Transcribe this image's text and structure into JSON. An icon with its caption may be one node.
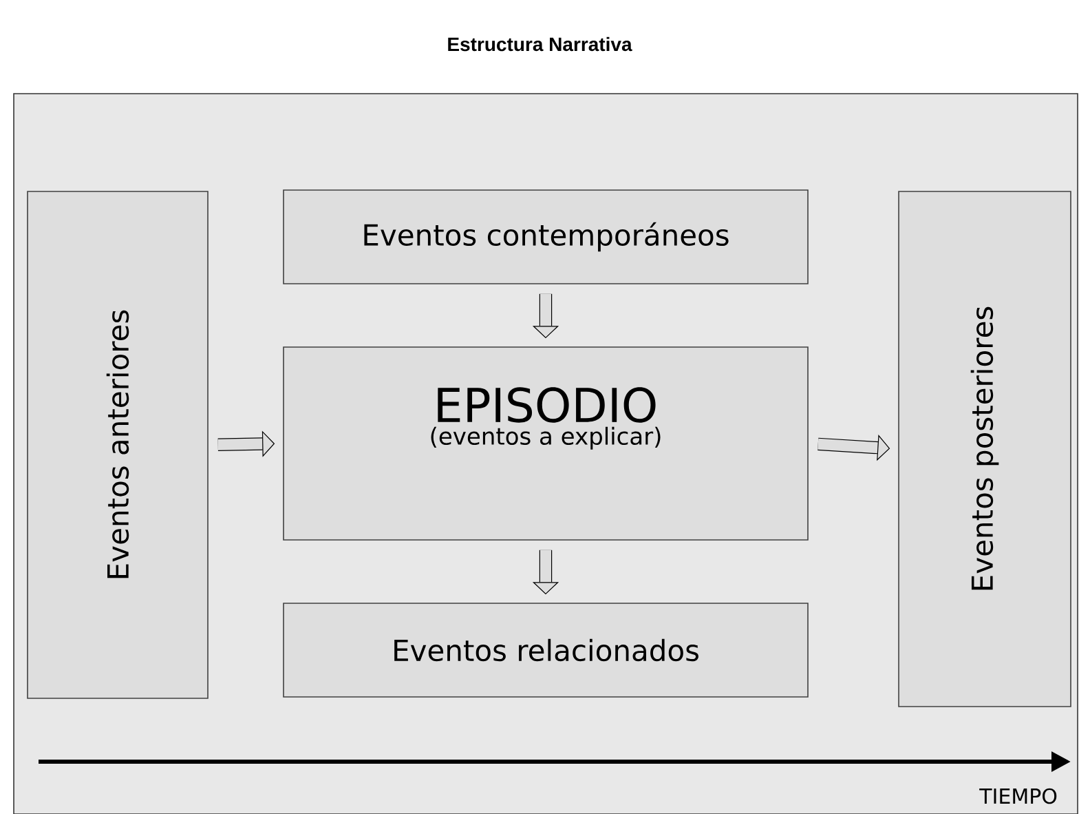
{
  "diagram": {
    "title": "Estructura Narrativa",
    "nodes": [
      {
        "text": [
          "Eventos anteriores"
        ]
      },
      {
        "text": [
          "Eventos contemporáneos"
        ]
      },
      {
        "text": [
          "EPISODIO",
          "(eventos a explicar)"
        ]
      },
      {
        "text": [
          "Eventos relacionados"
        ]
      },
      {
        "text": [
          "Eventos posteriores"
        ]
      }
    ],
    "edges": [
      {
        "from": 0,
        "to": 2,
        "arrow": "to"
      },
      {
        "from": 1,
        "to": 2,
        "arrow": "to"
      },
      {
        "from": 2,
        "to": 3,
        "arrow": "to"
      },
      {
        "from": 2,
        "to": 4,
        "arrow": "to"
      }
    ],
    "labels": [
      "TIEMPO"
    ]
  }
}
